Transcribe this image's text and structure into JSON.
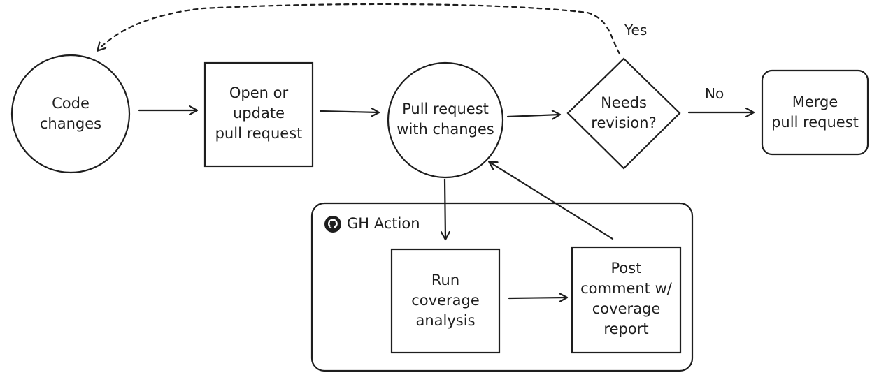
{
  "nodes": {
    "code_changes": [
      "Code",
      "changes"
    ],
    "open_pr": [
      "Open or",
      "update",
      "pull request"
    ],
    "pr_changes": [
      "Pull request",
      "with changes"
    ],
    "needs_revision": [
      "Needs",
      "revision?"
    ],
    "merge_pr": [
      "Merge",
      "pull request"
    ],
    "run_coverage": [
      "Run",
      "coverage",
      "analysis"
    ],
    "post_comment": [
      "Post",
      "comment w/",
      "coverage",
      "report"
    ]
  },
  "group": {
    "label": "GH Action",
    "icon": "github-icon"
  },
  "edges": {
    "yes_label": "Yes",
    "no_label": "No"
  },
  "colors": {
    "stroke": "#1e1e1e",
    "background": "#ffffff"
  }
}
